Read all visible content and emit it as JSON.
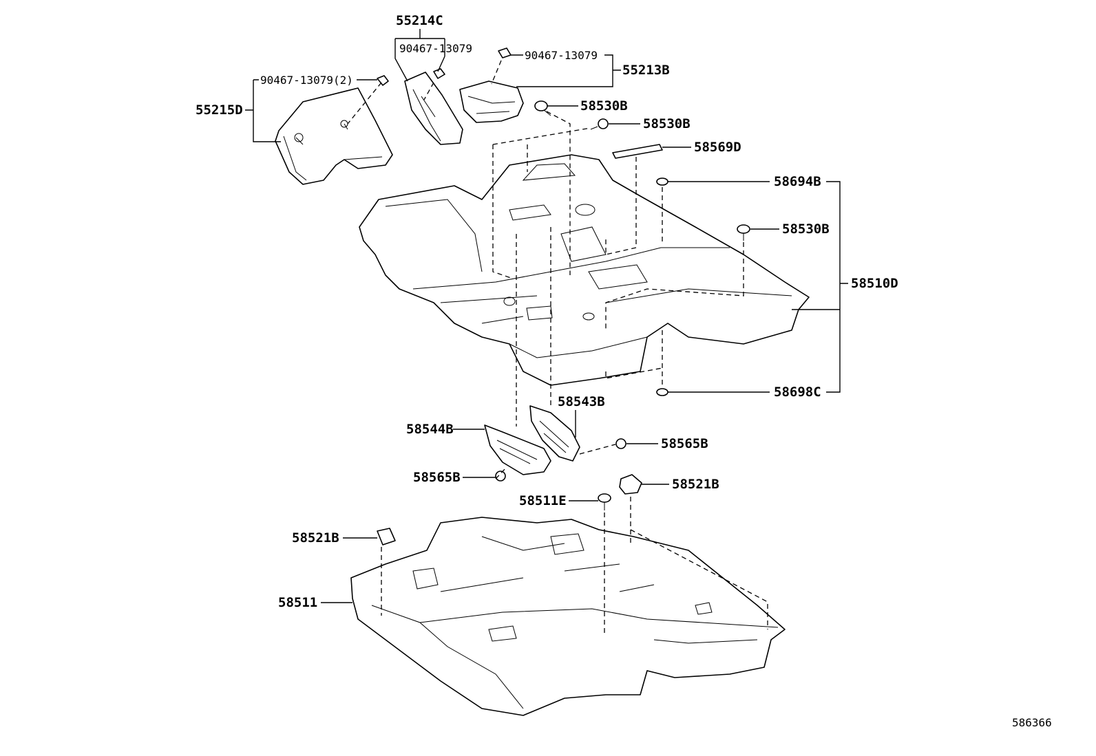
{
  "diagram": {
    "figure_id": "586366",
    "labels": {
      "p55214C": "55214C",
      "p90467_top": "90467-13079",
      "p90467_right": "90467-13079",
      "p55213B": "55213B",
      "p90467_left": "90467-13079(2)",
      "p55215D": "55215D",
      "p58530B_1": "58530B",
      "p58530B_2": "58530B",
      "p58569D": "58569D",
      "p58694B": "58694B",
      "p58530B_3": "58530B",
      "p58510D": "58510D",
      "p58698C": "58698C",
      "p58543B": "58543B",
      "p58544B": "58544B",
      "p58565B_1": "58565B",
      "p58565B_2": "58565B",
      "p58521B_1": "58521B",
      "p58511E": "58511E",
      "p58521B_2": "58521B",
      "p58511": "58511"
    }
  }
}
